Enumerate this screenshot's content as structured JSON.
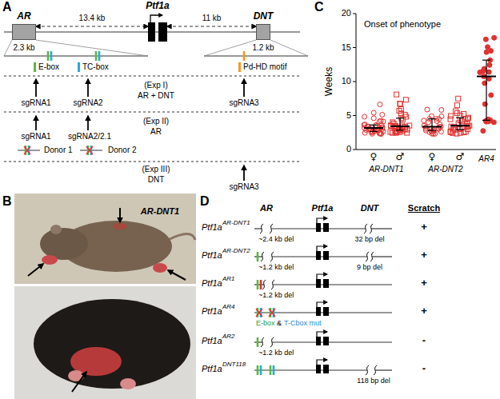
{
  "diagram": {
    "nodes": [
      {
        "text": [
          "AR",
          "2.3 kb"
        ]
      },
      {
        "text": [
          "Ptf1a"
        ]
      },
      {
        "text": [
          "DNT",
          "1.2 kb"
        ]
      }
    ],
    "edges": [
      {
        "from": 0,
        "to": 1,
        "arrow": "both",
        "label": "13.4 kb"
      },
      {
        "from": 1,
        "to": 2,
        "arrow": "both",
        "label": "11 kb"
      }
    ],
    "labels": [
      "A",
      "sgRNA1",
      "sgRNA2",
      "(Exp I)",
      "AR + DNT",
      "sgRNA3",
      "sgRNA1",
      "sgRNA2/2.1",
      "(Exp II)",
      "AR",
      "Donor 1",
      "Donor 2",
      "(Exp III)",
      "DNT",
      "sgRNA3",
      "B",
      "AR-DNT1",
      "C",
      "Onset of phenotype",
      "Weeks",
      "0",
      "5",
      "10",
      "15",
      "20",
      "♀",
      "♂",
      "♀",
      "♂",
      "AR-DNT1",
      "AR-DNT2",
      "AR4",
      "D",
      "AR",
      "Ptf1a",
      "DNT",
      "Scratch",
      "Ptf1a",
      "AR-DNT1",
      "~2.4 kb del",
      "32 bp del",
      "+",
      "Ptf1a",
      "AR-DNT2",
      "~1.2 kb del",
      "9 bp del",
      "+",
      "Ptf1a",
      "AR1",
      "~1.2 kb del",
      "+",
      "Ptf1a",
      "AR4",
      "E-box",
      "&",
      "T-Cbox mut",
      "+",
      "Ptf1a",
      "AR2",
      "~1.2 kb del",
      "-",
      "Ptf1a",
      "DNT118",
      "118 bp del",
      "-"
    ],
    "legend": [
      {
        "text": "E-box",
        "color": "#5cb83c"
      },
      {
        "text": "TC-box",
        "color": "#29a8e0"
      },
      {
        "text": "Pd-HD motif",
        "color": "#f39a1e"
      }
    ]
  }
}
